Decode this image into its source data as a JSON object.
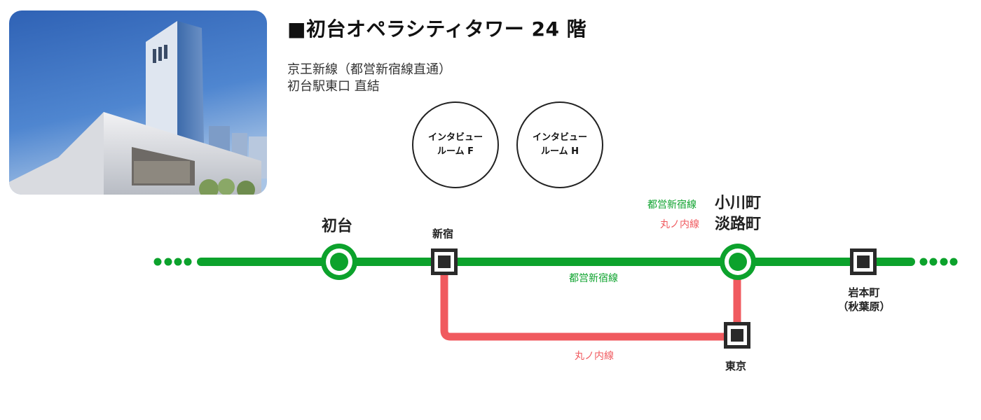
{
  "header": {
    "title": "■初台オペラシティタワー 24 階",
    "access_line1": "京王新線（都営新宿線直通）",
    "access_line2": "初台駅東口 直結"
  },
  "photo": {
    "alt": "初台オペラシティタワー外観"
  },
  "rooms": [
    {
      "line1": "インタビュー",
      "line2": "ルーム F"
    },
    {
      "line1": "インタビュー",
      "line2": "ルーム H"
    }
  ],
  "colors": {
    "shinjuku_line": "#0ca22c",
    "marunouchi_line": "#f05a5f",
    "station_mark": "#2a2a2a"
  },
  "lines": {
    "shinjuku": "都営新宿線",
    "marunouchi": "丸ノ内線"
  },
  "stations": {
    "hatsudai": "初台",
    "shinjuku": "新宿",
    "ogawamachi": "小川町",
    "awajicho": "淡路町",
    "ogawamachi_line": "都営新宿線",
    "awajicho_line": "丸ノ内線",
    "iwamotocho": "岩本町",
    "iwamotocho_sub": "（秋葉原）",
    "tokyo": "東京"
  }
}
